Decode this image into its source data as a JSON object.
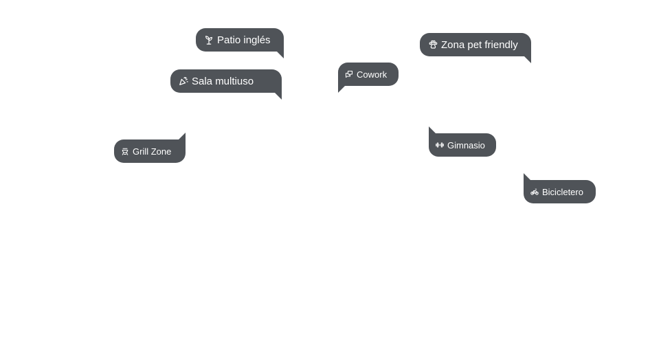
{
  "tags": {
    "patio": {
      "label": "Patio inglés",
      "icon": "plant-icon"
    },
    "sala": {
      "label": "Sala multiuso",
      "icon": "party-popper-icon"
    },
    "grill": {
      "label": "Grill Zone",
      "icon": "grill-icon"
    },
    "cowork": {
      "label": "Cowork",
      "icon": "chat-bubbles-icon"
    },
    "pet": {
      "label": "Zona pet friendly",
      "icon": "paw-icon"
    },
    "gym": {
      "label": "Gimnasio",
      "icon": "dumbbell-icon"
    },
    "bici": {
      "label": "Bicicletero",
      "icon": "bicycle-icon"
    }
  },
  "colors": {
    "tag_background": "#4f5358",
    "tag_text": "#ffffff",
    "page_background": "#ffffff"
  }
}
